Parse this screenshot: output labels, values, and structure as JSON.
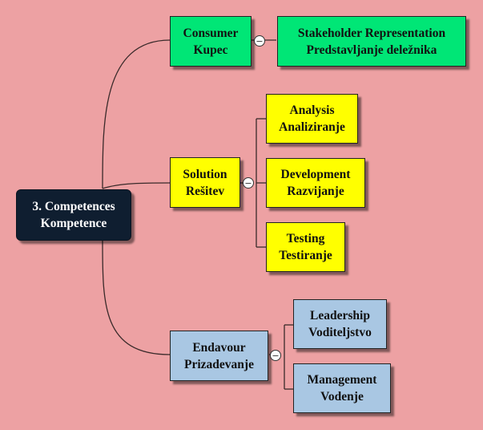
{
  "root": {
    "line1": "3. Competences",
    "line2": "Kompetence"
  },
  "branches": [
    {
      "line1": "Consumer",
      "line2": "Kupec",
      "children": [
        {
          "line1": "Stakeholder Representation",
          "line2": "Predstavljanje deležnika"
        }
      ]
    },
    {
      "line1": "Solution",
      "line2": "Rešitev",
      "children": [
        {
          "line1": "Analysis",
          "line2": "Analiziranje"
        },
        {
          "line1": "Development",
          "line2": "Razvijanje"
        },
        {
          "line1": "Testing",
          "line2": "Testiranje"
        }
      ]
    },
    {
      "line1": "Endavour",
      "line2": "Prizadevanje",
      "children": [
        {
          "line1": "Leadership",
          "line2": "Voditeljstvo"
        },
        {
          "line1": "Management",
          "line2": "Vodenje"
        }
      ]
    }
  ],
  "collapse_symbol": "−",
  "colors": {
    "background": "#eda1a3",
    "root": "#0f1e30",
    "consumer": "#00e676",
    "solution": "#ffff00",
    "endavour": "#a9c7e3"
  }
}
